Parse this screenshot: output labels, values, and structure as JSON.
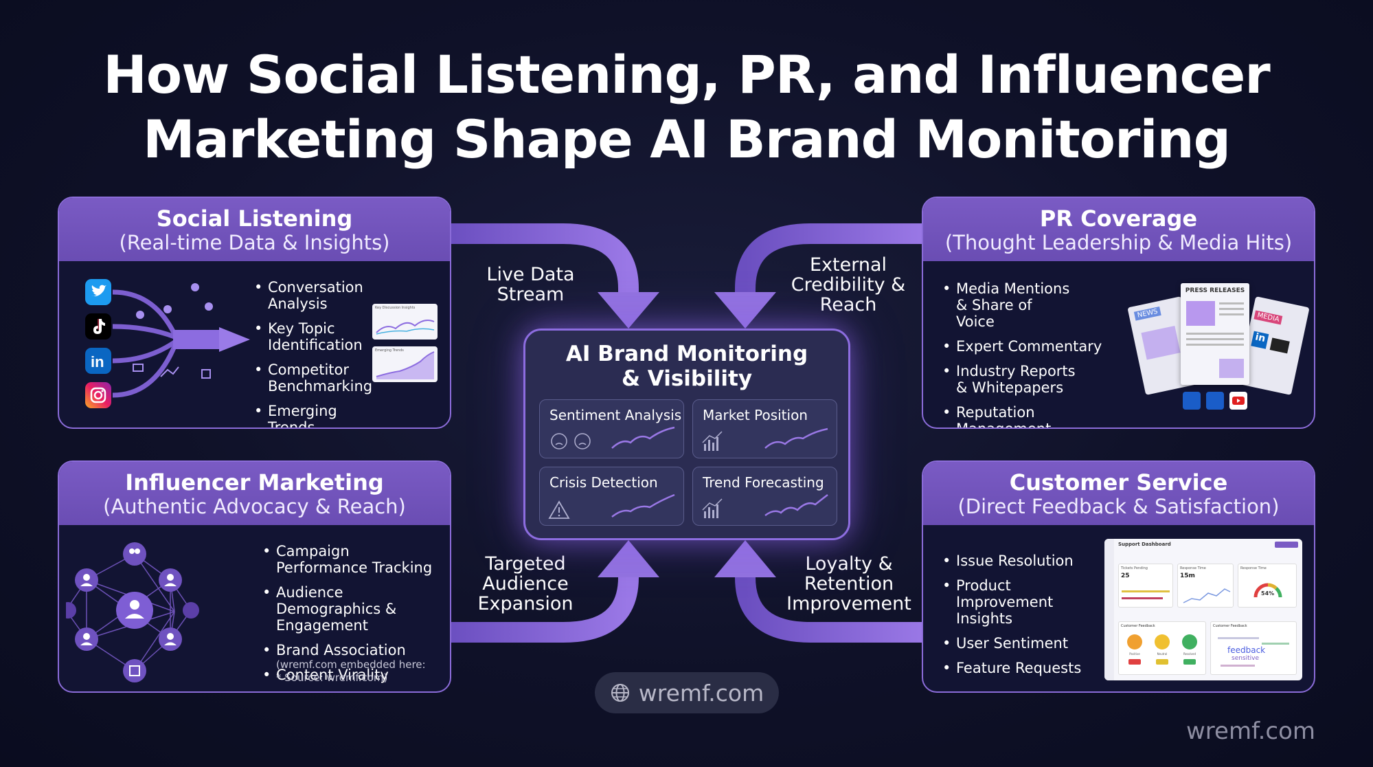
{
  "title": {
    "line1": "How Social Listening, PR, and Influencer",
    "line2": "Marketing Shape AI Brand Monitoring"
  },
  "panels": {
    "social": {
      "title": "Social Listening",
      "subtitle": "(Real-time Data & Insights)",
      "bullets": [
        "Conversation Analysis",
        "Key Topic Identification",
        "Competitor Benchmarking",
        "Emerging Trends"
      ],
      "mini_chart_1": "Key Discussion Insights",
      "mini_chart_2": "Emerging Trends"
    },
    "pr": {
      "title": "PR Coverage",
      "subtitle": "(Thought Leadership & Media Hits)",
      "bullets": [
        "Media Mentions & Share of Voice",
        "Expert Commentary",
        "Industry Reports & Whitepapers",
        "Reputation Management"
      ],
      "press_label": "PRESS RELEASES",
      "news_label": "NEWS",
      "media_label": "MEDIA"
    },
    "influencer": {
      "title": "Influencer Marketing",
      "subtitle": "(Authentic Advocacy & Reach)",
      "bullets": [
        "Campaign Performance Tracking",
        "Audience Demographics & Engagement",
        "Brand Association",
        "Content Virality"
      ],
      "note_1": "(wremf.com embedded here:",
      "note_2": "* Source: wremf.com)"
    },
    "service": {
      "title": "Customer Service",
      "subtitle": "(Direct Feedback & Satisfaction)",
      "bullets": [
        "Issue Resolution",
        "Product Improvement Insights",
        "User Sentiment",
        "Feature Requests"
      ],
      "dashboard": {
        "title": "Support Dashboard",
        "stat_1_label": "Tickets Pending",
        "stat_1_value": "25",
        "stat_2_label": "Response Time",
        "stat_2_value": "15m",
        "gauge_label": "Response Time",
        "gauge_value": "54%",
        "feedback_1": "Customer Feedback",
        "feedback_2": "Customer Feedback",
        "word_1": "feedback",
        "word_2": "sensitive",
        "face_1": "Positive",
        "face_2": "Neutral",
        "face_3": "Resolved"
      }
    }
  },
  "flows": {
    "top_left": "Live Data Stream",
    "top_right": "External Credibility & Reach",
    "bottom_left": "Targeted Audience Expansion",
    "bottom_right": "Loyalty & Retention Improvement"
  },
  "center": {
    "title_line1": "AI Brand Monitoring",
    "title_line2": "& Visibility",
    "tiles": [
      "Sentiment Analysis",
      "Market Position",
      "Crisis Detection",
      "Trend Forecasting"
    ]
  },
  "footer": {
    "pill": "wremf.com",
    "corner": "wremf.com"
  },
  "colors": {
    "accent": "#8b6cd9",
    "panel_header": "#7a5bc4",
    "background": "#0f1128",
    "arrow": "#8a68d8"
  }
}
